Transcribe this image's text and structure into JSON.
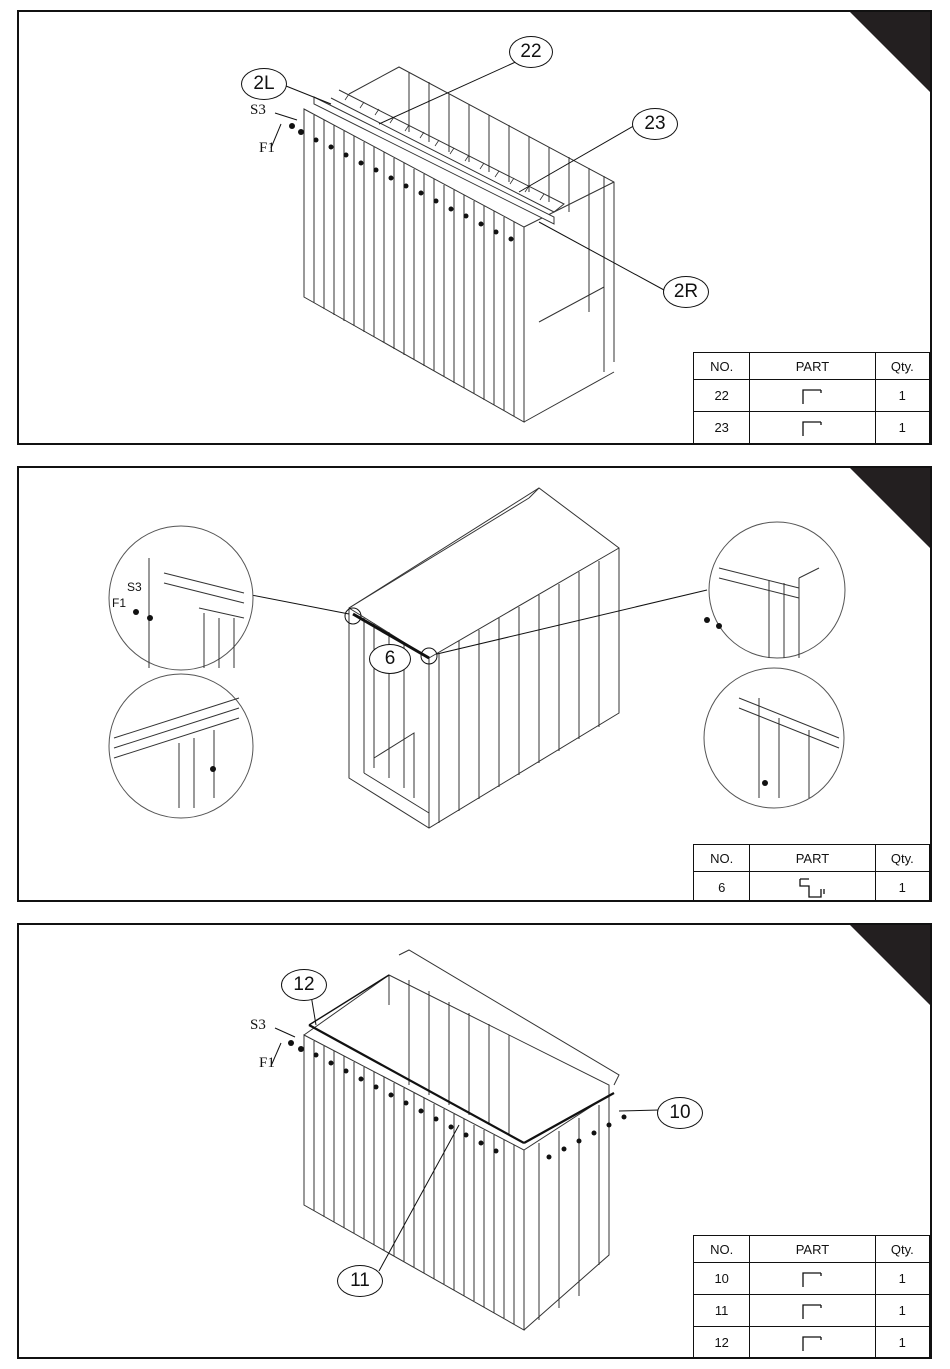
{
  "table_headers": {
    "no": "NO.",
    "part": "PART",
    "qty": "Qty."
  },
  "panel1": {
    "callouts": {
      "c22": "22",
      "c23": "23",
      "c2l": "2L",
      "c2r": "2R"
    },
    "fasteners": {
      "s3": "S3",
      "f1": "F1"
    },
    "rows": [
      {
        "no": "22",
        "part_icon": "angle-bracket-icon",
        "qty": "1"
      },
      {
        "no": "23",
        "part_icon": "angle-bracket-icon",
        "qty": "1"
      }
    ]
  },
  "panel2": {
    "callouts": {
      "c6": "6"
    },
    "fasteners": {
      "s3": "S3",
      "f1": "F1"
    },
    "rows": [
      {
        "no": "6",
        "part_icon": "z-channel-icon",
        "qty": "1"
      }
    ]
  },
  "panel3": {
    "callouts": {
      "c12": "12",
      "c10": "10",
      "c11": "11"
    },
    "fasteners": {
      "s3": "S3",
      "f1": "F1"
    },
    "rows": [
      {
        "no": "10",
        "part_icon": "angle-bracket-icon",
        "qty": "1"
      },
      {
        "no": "11",
        "part_icon": "angle-bracket-icon",
        "qty": "1"
      },
      {
        "no": "12",
        "part_icon": "angle-bracket-icon",
        "qty": "1"
      }
    ]
  },
  "colors": {
    "line": "#111111",
    "panel_fill": "#ffffff",
    "corner": "#231f20"
  }
}
